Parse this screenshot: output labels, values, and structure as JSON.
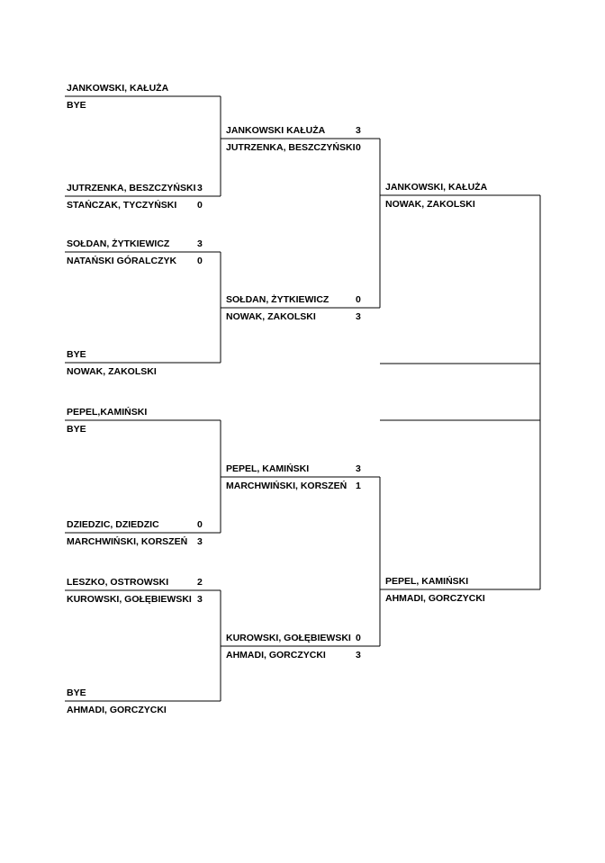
{
  "round1": [
    {
      "team_a": "JANKOWSKI, KAŁUŻA",
      "score_a": "",
      "team_b": "BYE",
      "score_b": ""
    },
    {
      "team_a": "JUTRZENKA, BESZCZYŃSKI",
      "score_a": "3",
      "team_b": "STAŃCZAK, TYCZYŃSKI",
      "score_b": "0"
    },
    {
      "team_a": "SOŁDAN, ŻYTKIEWICZ",
      "score_a": "3",
      "team_b": "NATAŃSKI GÓRALCZYK",
      "score_b": "0"
    },
    {
      "team_a": "BYE",
      "score_a": "",
      "team_b": "NOWAK, ZAKOLSKI",
      "score_b": ""
    },
    {
      "team_a": "PEPEL,KAMIŃSKI",
      "score_a": "",
      "team_b": "BYE",
      "score_b": ""
    },
    {
      "team_a": "DZIEDZIC, DZIEDZIC",
      "score_a": "0",
      "team_b": "MARCHWIŃSKI, KORSZEŃ",
      "score_b": "3"
    },
    {
      "team_a": "LESZKO, OSTROWSKI",
      "score_a": "2",
      "team_b": "KUROWSKI, GOŁĘBIEWSKI",
      "score_b": "3"
    },
    {
      "team_a": "BYE",
      "score_a": "",
      "team_b": "AHMADI, GORCZYCKI",
      "score_b": ""
    }
  ],
  "round2": [
    {
      "team_a": "JANKOWSKI KAŁUŻA",
      "score_a": "3",
      "team_b": "JUTRZENKA, BESZCZYŃSKI",
      "score_b": "0"
    },
    {
      "team_a": "SOŁDAN, ŻYTKIEWICZ",
      "score_a": "0",
      "team_b": "NOWAK, ZAKOLSKI",
      "score_b": "3"
    },
    {
      "team_a": "PEPEL, KAMIŃSKI",
      "score_a": "3",
      "team_b": "MARCHWIŃSKI, KORSZEŃ",
      "score_b": "1"
    },
    {
      "team_a": "KUROWSKI, GOŁĘBIEWSKI",
      "score_a": "0",
      "team_b": "AHMADI, GORCZYCKI",
      "score_b": "3"
    }
  ],
  "round3": [
    {
      "team_a": "JANKOWSKI, KAŁUŻA",
      "score_a": "",
      "team_b": "NOWAK, ZAKOLSKI",
      "score_b": ""
    },
    {
      "team_a": "PEPEL, KAMIŃSKI",
      "score_a": "",
      "team_b": "AHMADI, GORCZYCKI",
      "score_b": ""
    }
  ]
}
